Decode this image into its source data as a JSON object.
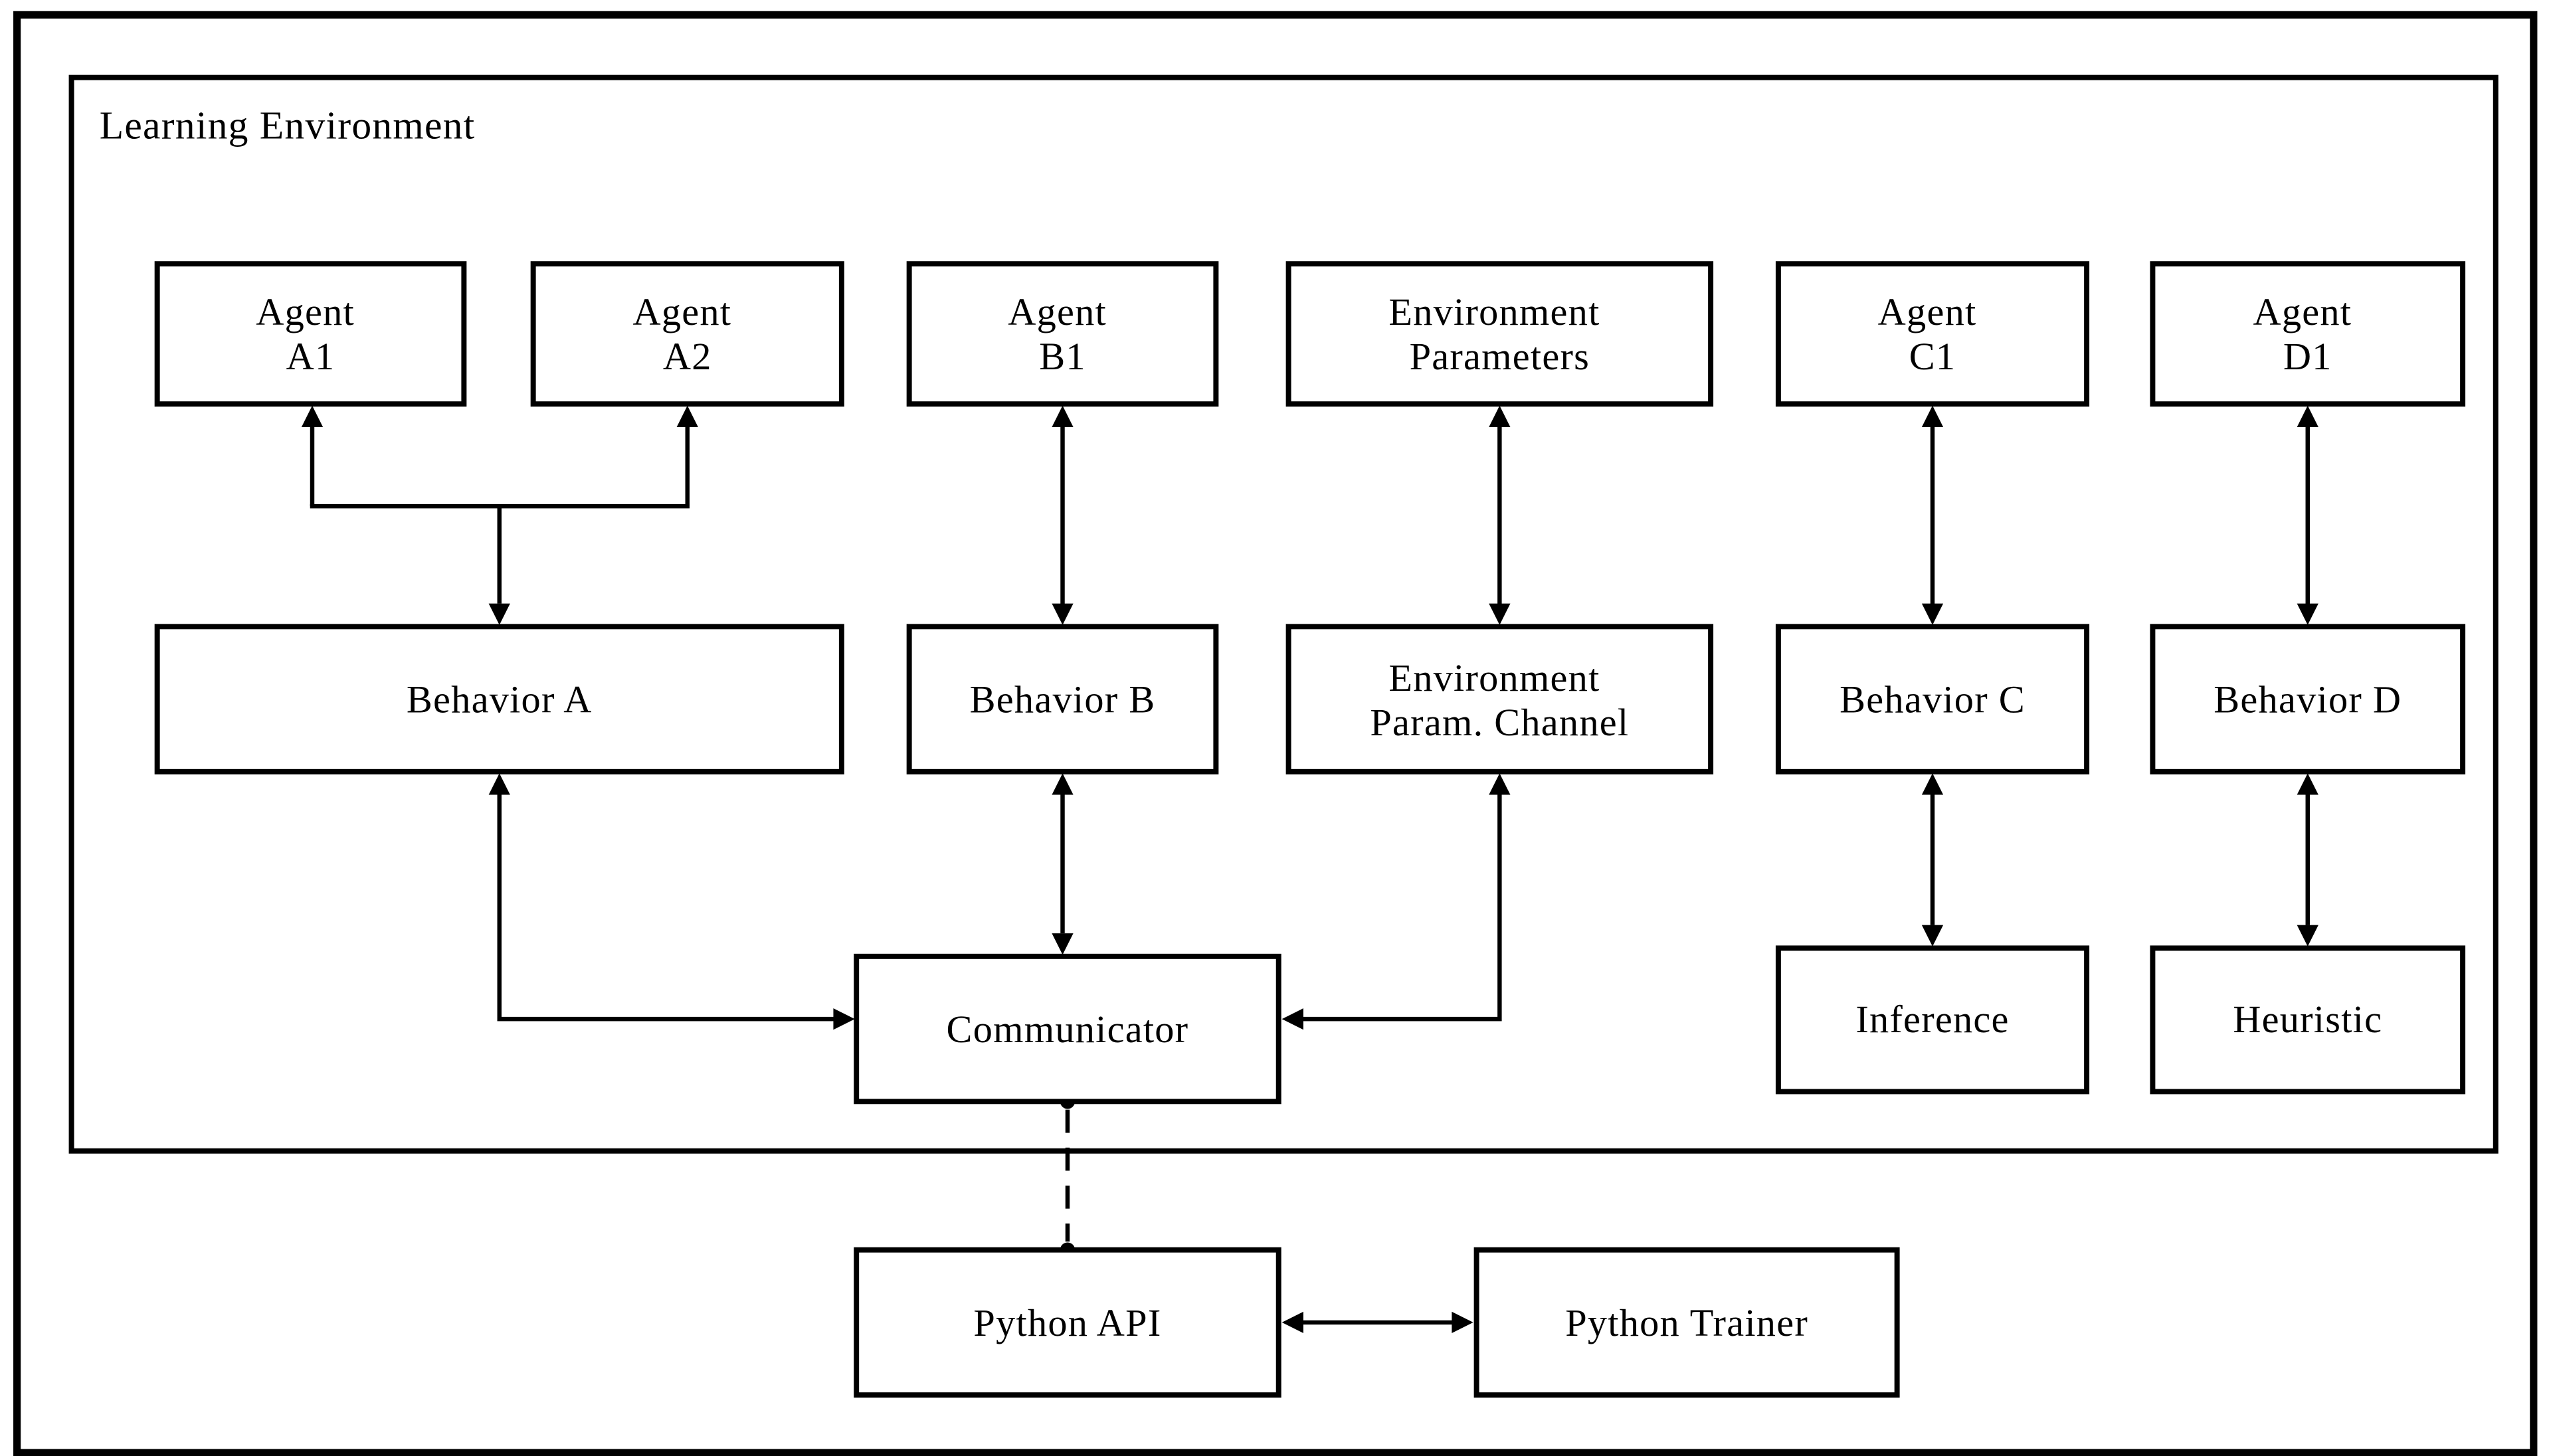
{
  "figure": {
    "background": "#ffffff",
    "line_color": "#000000",
    "box_fill": "#ffffff"
  },
  "container": {
    "label": "Learning Environment"
  },
  "nodes": {
    "agent_a1": {
      "line1": "Agent",
      "line2": "A1"
    },
    "agent_a2": {
      "line1": "Agent",
      "line2": "A2"
    },
    "agent_b1": {
      "line1": "Agent",
      "line2": "B1"
    },
    "environment_parameters": {
      "line1": "Environment",
      "line2": "Parameters"
    },
    "agent_c1": {
      "line1": "Agent",
      "line2": "C1"
    },
    "agent_d1": {
      "line1": "Agent",
      "line2": "D1"
    },
    "behavior_a": {
      "line1": "Behavior A"
    },
    "behavior_b": {
      "line1": "Behavior B"
    },
    "environment_param_channel": {
      "line1": "Environment",
      "line2": "Param. Channel"
    },
    "behavior_c": {
      "line1": "Behavior C"
    },
    "behavior_d": {
      "line1": "Behavior D"
    },
    "communicator": {
      "line1": "Communicator"
    },
    "inference": {
      "line1": "Inference"
    },
    "heuristic": {
      "line1": "Heuristic"
    },
    "python_api": {
      "line1": "Python API"
    },
    "python_trainer": {
      "line1": "Python Trainer"
    }
  },
  "edges": [
    {
      "from": "behavior_a",
      "to": "agent_a1",
      "style": "solid",
      "arrows": "fork-bidirectional"
    },
    {
      "from": "behavior_a",
      "to": "agent_a2",
      "style": "solid",
      "arrows": "fork-bidirectional"
    },
    {
      "from": "agent_b1",
      "to": "behavior_b",
      "style": "solid",
      "arrows": "bidirectional"
    },
    {
      "from": "environment_parameters",
      "to": "environment_param_channel",
      "style": "solid",
      "arrows": "bidirectional"
    },
    {
      "from": "agent_c1",
      "to": "behavior_c",
      "style": "solid",
      "arrows": "bidirectional"
    },
    {
      "from": "agent_d1",
      "to": "behavior_d",
      "style": "solid",
      "arrows": "bidirectional"
    },
    {
      "from": "behavior_b",
      "to": "communicator",
      "style": "solid",
      "arrows": "bidirectional"
    },
    {
      "from": "behavior_a",
      "to": "communicator",
      "style": "solid-elbow",
      "arrows": "bidirectional"
    },
    {
      "from": "environment_param_channel",
      "to": "communicator",
      "style": "solid-elbow",
      "arrows": "bidirectional"
    },
    {
      "from": "behavior_c",
      "to": "inference",
      "style": "solid",
      "arrows": "bidirectional"
    },
    {
      "from": "behavior_d",
      "to": "heuristic",
      "style": "solid",
      "arrows": "bidirectional"
    },
    {
      "from": "communicator",
      "to": "python_api",
      "style": "dashed",
      "arrows": "dot-endpoints"
    },
    {
      "from": "python_api",
      "to": "python_trainer",
      "style": "solid",
      "arrows": "bidirectional"
    }
  ]
}
